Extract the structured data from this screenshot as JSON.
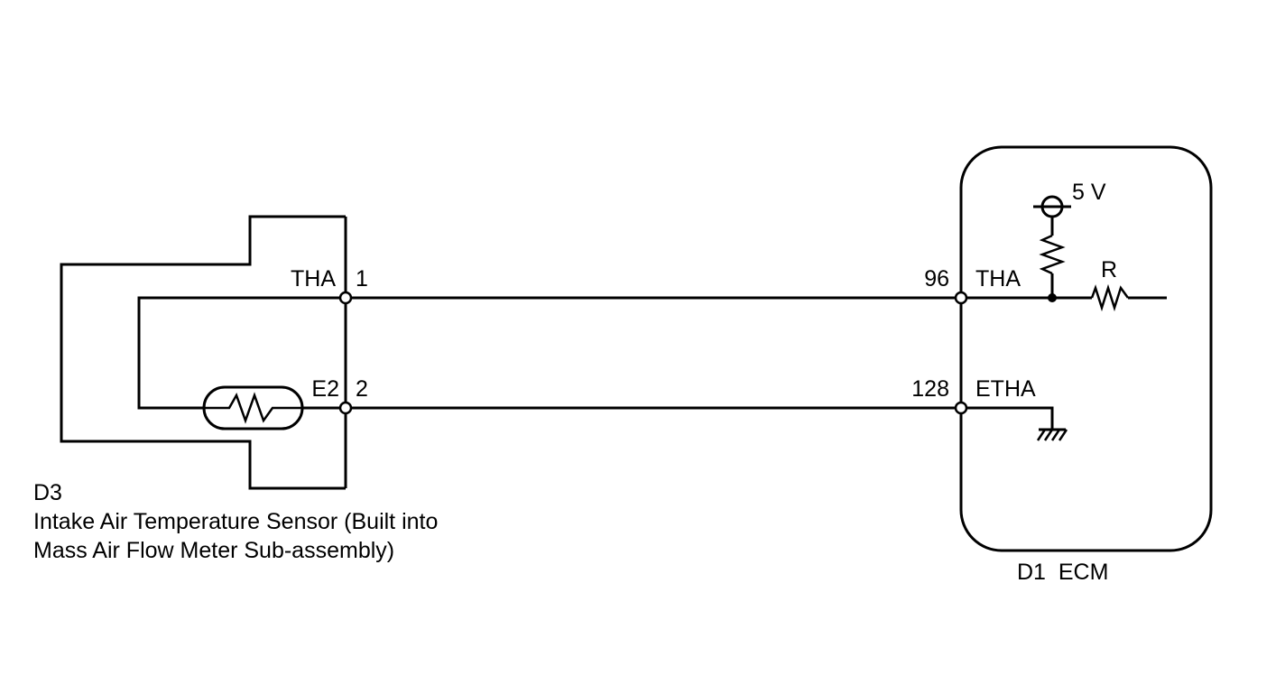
{
  "sensor": {
    "id": "D3",
    "name_line1": "Intake Air Temperature Sensor (Built into",
    "name_line2": "Mass Air Flow Meter Sub-assembly)",
    "pin_tha_label": "THA",
    "pin_tha_number": "1",
    "pin_e2_label": "E2",
    "pin_e2_number": "2"
  },
  "ecm": {
    "title": "D1  ECM",
    "pin_tha_number": "96",
    "pin_tha_label": "THA",
    "pin_etha_number": "128",
    "pin_etha_label": "ETHA",
    "supply_label": "5 V",
    "resistor_label": "R"
  }
}
